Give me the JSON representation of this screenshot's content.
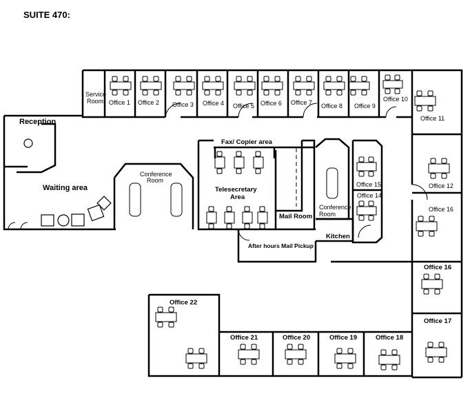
{
  "page": {
    "title": "SUITE 470:"
  },
  "rooms": {
    "service_room": [
      "Service",
      "Room"
    ],
    "office_1": "Office 1",
    "office_2": "Office 2",
    "office_3": "Office 3",
    "office_4": "Office 4",
    "office_5": "Office 5",
    "office_6": "Office 6",
    "office_7": "Office 7",
    "office_8": "Office 8",
    "office_9": "Office 9",
    "office_10": "Office 10",
    "office_11": "Office 11",
    "office_12": "Office 12",
    "office_14": "Office 14",
    "office_15": "Office 15",
    "office_16_a": "Office 16",
    "office_16_b": "Office 16",
    "office_17": "Office 17",
    "office_18": "Office 18",
    "office_19": "Office 19",
    "office_20": "Office 20",
    "office_21": "Office 21",
    "office_22": "Office 22",
    "reception": "Reception",
    "waiting_area": "Waiting area",
    "conference_room_a": [
      "Conference",
      "Room"
    ],
    "conference_room_b": [
      "Conference",
      "Room"
    ],
    "fax_copier": "Fax/ Copier area",
    "telesecretary": [
      "Telesecretary",
      "Area"
    ],
    "mail_room": "Mail Room",
    "kitchen": "Kitchen",
    "after_hours": "After hours Mail Pickup"
  }
}
